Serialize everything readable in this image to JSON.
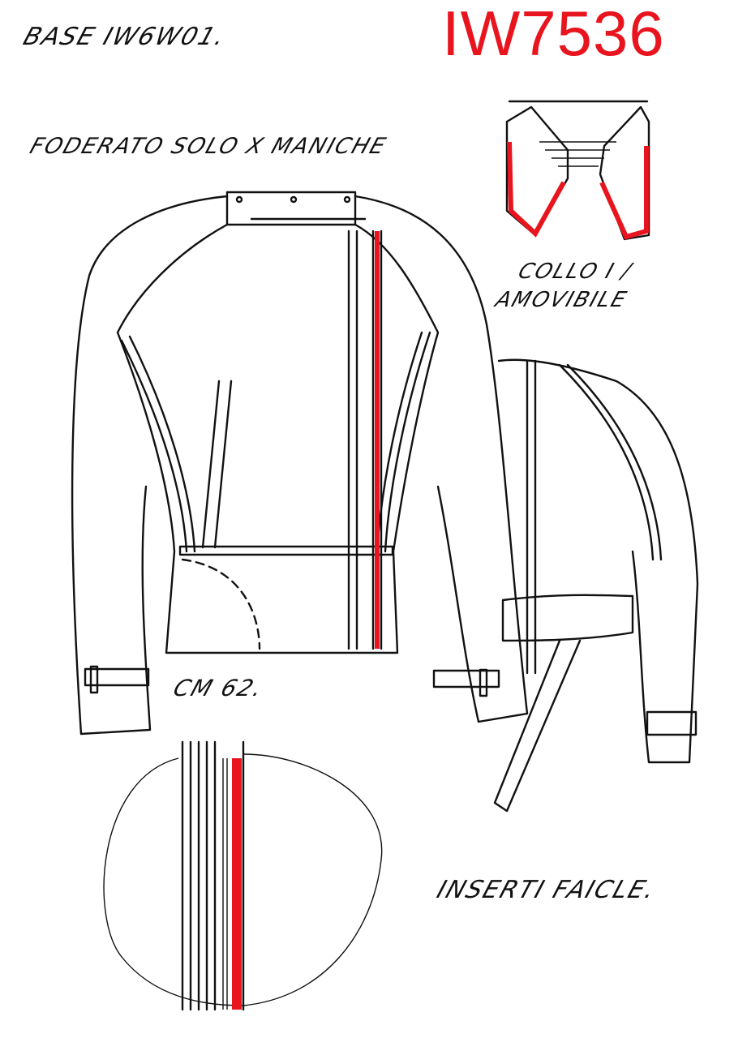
{
  "sheet": {
    "base_ref": "BASE IW6W01.",
    "style_code": "IW7536",
    "lining_note": "FODERATO SOLO X MANICHE",
    "collar_note_line1": "COLLO I /",
    "collar_note_line2": "AMOVIBILE",
    "length_note": "CM 62.",
    "insert_note": "INSERTI FAICLE.",
    "accent_color": "#e8141e"
  }
}
